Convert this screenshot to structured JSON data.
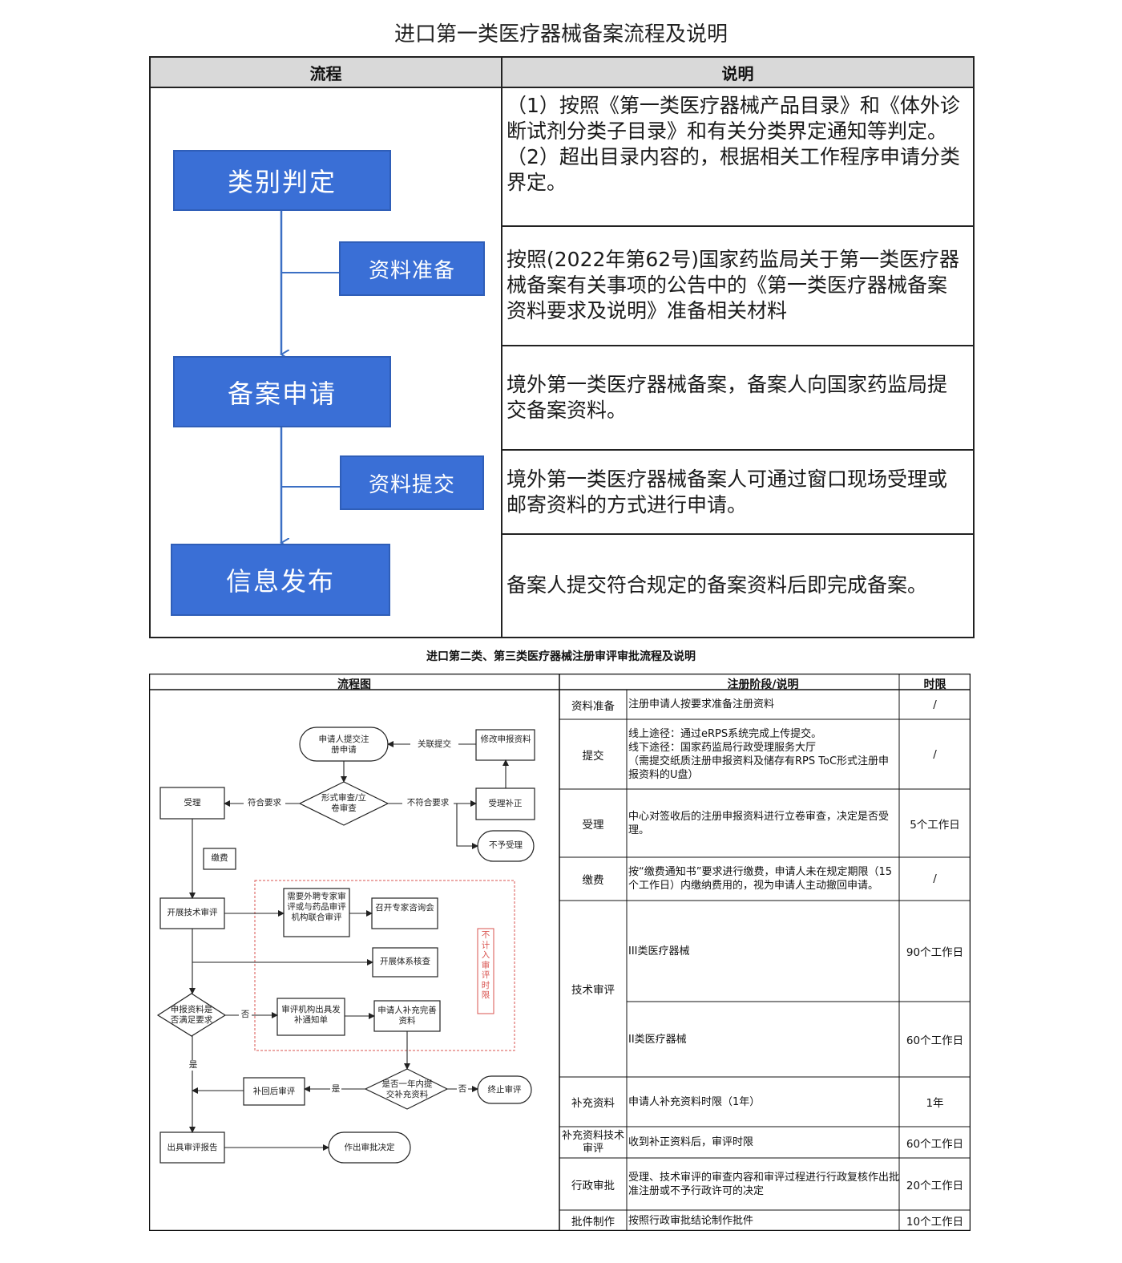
{
  "page_title": "进口第一类医疗器械备案流程及说明",
  "table1": {
    "headers": {
      "flow": "流程",
      "desc": "说明"
    },
    "boxes": {
      "category": "类别判定",
      "prepare": "资料准备",
      "apply": "备案申请",
      "submit": "资料提交",
      "publish": "信息发布"
    },
    "rows": [
      "（1）按照《第一类医疗器械产品目录》和《体外诊断试剂分类子目录》和有关分类界定通知等判定。\n（2）超出目录内容的，根据相关工作程序申请分类界定。",
      "按照(2022年第62号)国家药监局关于第一类医疗器械备案有关事项的公告中的《第一类医疗器械备案资料要求及说明》准备相关材料",
      "境外第一类医疗器械备案，备案人向国家药监局提交备案资料。",
      "境外第一类医疗器械备案人可通过窗口现场受理或邮寄资料的方式进行申请。",
      "备案人提交符合规定的备案资料后即完成备案。"
    ]
  },
  "section2_title": "进口第二类、第三类医疗器械注册审评审批流程及说明",
  "table2": {
    "headers": {
      "flowchart": "流程图",
      "stage": "注册阶段/说明",
      "limit": "时限"
    },
    "rows": [
      {
        "stage": "资料准备",
        "desc": "注册申请人按要求准备注册资料",
        "limit": "/"
      },
      {
        "stage": "提交",
        "desc": "线上途径：通过eRPS系统完成上传提交。\n线下途径：国家药监局行政受理服务大厅\n（需提交纸质注册申报资料及储存有RPS ToC形式注册申报资料的U盘）",
        "limit": "/"
      },
      {
        "stage": "受理",
        "desc": "中心对签收后的注册申报资料进行立卷审查，决定是否受理。",
        "limit": "5个工作日"
      },
      {
        "stage": "缴费",
        "desc": "按“缴费通知书”要求进行缴费，申请人未在规定期限（15个工作日）内缴纳费用的，视为申请人主动撤回申请。",
        "limit": "/"
      },
      {
        "stage": "技术审评",
        "sub": [
          {
            "desc": "III类医疗器械",
            "limit": "90个工作日"
          },
          {
            "desc": "II类医疗器械",
            "limit": "60个工作日"
          }
        ]
      },
      {
        "stage": "补充资料",
        "desc": "申请人补充资料时限（1年）",
        "limit": "1年"
      },
      {
        "stage": "补充资料技术审评",
        "desc": "收到补正资料后，审评时限",
        "limit": "60个工作日"
      },
      {
        "stage": "行政审批",
        "desc": "受理、技术审评的审查内容和审评过程进行行政复核作出批准注册或不予行政许可的决定",
        "limit": "20个工作日"
      },
      {
        "stage": "批件制作",
        "desc": "按照行政审批结论制作批件",
        "limit": "10个工作日"
      }
    ],
    "flowchart": {
      "applicant_submit": "申请人提交注册申请",
      "modify_materials": "修改申报资料",
      "related_submit": "关联提交",
      "form_review": "形式审查/立卷审查",
      "meet_req": "符合要求",
      "not_meet_req": "不符合要求",
      "accept": "受理",
      "accept_correct": "受理补正",
      "not_accept": "不予受理",
      "pay": "缴费",
      "tech_review": "开展技术审评",
      "expert_review": "需要外聘专家审评或与药品审评机构联合审评",
      "expert_consult": "召开专家咨询会",
      "system_check": "开展体系核查",
      "not_counted": "不计入审评时限",
      "meets_req_q": "申报资料是否满足要求",
      "no": "否",
      "yes": "是",
      "supplement_notice": "审评机构出具发补通知单",
      "applicant_supplement": "申请人补充完善资料",
      "within_year_q": "是否一年内提交补充资料",
      "terminate": "终止审评",
      "post_review": "补回后审评",
      "issue_report": "出具审评报告",
      "decision": "作出审批决定"
    }
  }
}
